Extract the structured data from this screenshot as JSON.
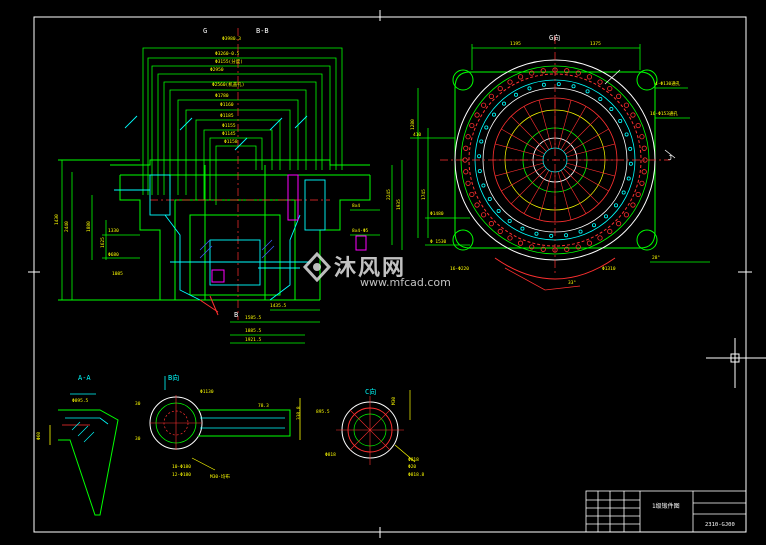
{
  "drawing": {
    "view_labels": {
      "section_g": "G",
      "section_b_b": "B-B",
      "view_g": "G向",
      "section_a_a": "A-A",
      "view_b": "B向",
      "view_c": "C向",
      "marker_b": "B",
      "marker_j": "J"
    },
    "dims_top": [
      "Φ3980.3",
      "Φ3260-0.5",
      "Φ3155(分度)",
      "Φ2950",
      "Φ2560(机盖孔)",
      "Φ1780",
      "Φ1160",
      "Φ1185",
      "Φ1155",
      "Φ1145",
      "Φ1158"
    ],
    "dims_left": [
      "1430",
      "2440",
      "1880",
      "1625",
      "1330",
      "Φ680",
      "1085"
    ],
    "dims_right": [
      "2245",
      "1935",
      "8x4",
      "8x4-Φ5",
      "1435.5",
      "1585.5",
      "1885.5",
      "1921.5"
    ],
    "dims_plan": [
      "1195",
      "1375",
      "1280",
      "1745",
      "410",
      "Φ1480",
      "Φ 1530",
      "4-Φ130通孔",
      "16-Φ153通孔",
      "28°",
      "33°",
      "Φ1310",
      "16-Φ220"
    ],
    "dims_bottom": [
      "Φ895.5",
      "Φ1130",
      "Φ60",
      "78.3",
      "338.8",
      "895.5",
      "Φ818",
      "Φ818",
      "30",
      "30",
      "10-Φ180",
      "12-Φ180",
      "Φ20",
      "Φ818.8",
      "M30",
      "M30-均布"
    ],
    "title_block": {
      "drawing_name": "1级锻件图",
      "drawing_number": "2310-GJ00"
    },
    "watermark": {
      "brand": "沐风网",
      "url": "www.mfcad.com"
    },
    "colors": {
      "background": "#000000",
      "border": "#ffffff",
      "main_lines": "#00ff00",
      "centerlines": "#ff3030",
      "dimensions": "#ffff00",
      "section": "#00ffff",
      "magenta": "#ff00ff",
      "blue": "#4060ff"
    }
  }
}
